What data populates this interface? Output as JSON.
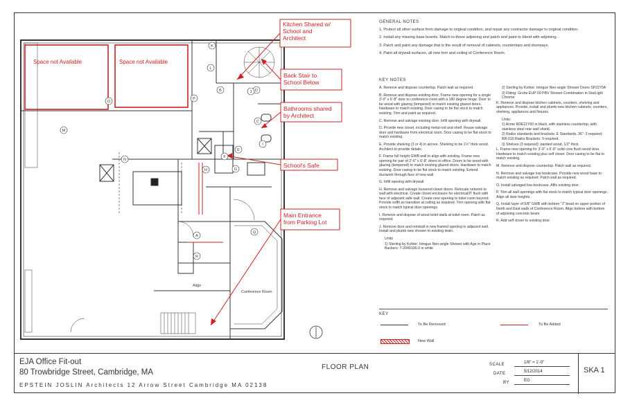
{
  "plan": {
    "callouts": {
      "space_left": "Space not Available",
      "space_right": "Space not Available",
      "kitchen": "Kitchen Shared w/ School and Architect",
      "back_stair": "Back Stair to School Below",
      "bathrooms": "Bathrooms shared by Architect",
      "safe": "School's Safe",
      "main_entrance": "Main Entrance from Parking Lot"
    },
    "room_labels": {
      "align": "Align",
      "conference": "Conference Room"
    },
    "tags": [
      "K",
      "L",
      "O",
      "P",
      "B",
      "C",
      "D",
      "E",
      "F",
      "G",
      "H",
      "I",
      "J",
      "M",
      "N",
      "Q",
      "A",
      "R"
    ]
  },
  "general_notes": {
    "heading": "GENERAL NOTES",
    "items": [
      "1. Protect all other surface from damage to original condition, and repair any contractor damage to original condition.",
      "2. Install any missing base boards. Match to those adjoining and patch and paint to blend with adjoining.",
      "3. Patch and paint any damage that is the result of removal of cabinets, countertops and doorways.",
      "4. Paint all drywall surfaces, all new trim and ceiling of Conference Room."
    ]
  },
  "key_notes": {
    "heading": "KEY NOTES",
    "col1": [
      "A. Remove and dispose countertop. Patch wall as required.",
      "B. Remove and dispose existing door. Frame new opening for a single 3'-0\" x 6'-8\" door to conference room with a 180 degree hinge. Door to be wood with glazing (tempered) to match existing glazed doors. Hardware to match existing. Door casing to be flat stock to match existing. Trim and paint as required.",
      "C. Remove and salvage existing door. Infill opening with drywall.",
      "D. Provide new closet, including metal rod and shelf. Reuse salvage door and hardware from electrical room. Door casing to be flat stock to match existing.",
      "E. Provide shelving (3 or 4) in alcove. Shelving to be 1½\" thick wood. Architect to provide details.",
      "F. Frame full height GWB wall to align with existing. Frame new opening for pair of 2'-6\" x 6'-8\" doors to office. Doors to be wood with glazing (tempered) to match existing glazed doors. Hardware to match existing. Door casing to be flat stock to match existing. Extend ductwork through face of new wall.",
      "G. Infill opening with drywall.",
      "H. Remove and salvage louvered closet doors. Relocate network to wall with electrical. Create closet enclosure for electrical/IT flush with face of adjacent safe wall. Create new opening to toilet room beyond. Provide soffit as transition at ceiling as required. Trim opening with flat stock to match typical door openings.",
      "I. Remove and dispose of wood toilet stalls at toilet room. Patch as required.",
      "J. Remove door and reinstall in new framed opening in adjacent wall. Install and plumb new shower to existing drain.",
      "Units",
      "1) Sterling by Kohler: Intrigue Neo-angle Shower with Age in Place Backers: 7-2040106-0 in white"
    ],
    "col2": [
      "2) Sterling by Kohler: Intrigue Neo-angle Shower Doors SP2270A",
      "3) Fitting: Grohe EUP 09 PBV Shower Combination in StarLight Chrome",
      "K. Remove and dispose kitchen cabinets, counters, shelving and appliances. Provide, install and plumb new kitchen cabinets, counters, shelving, appliances and fixtures.",
      "Units:",
      "1) Acme RDE11Y60 in black, with stainless countertop, with stainless steel rear wall shield.",
      "2) Rakks standards and brackets: E Standards, 36\": 3 required; BR-010 Rakks Brackets: 9 required.",
      "3) Shelves (3 required): painted wood, 1/2\" thick",
      "L. Frame new opening for 3'-0\" x 6'-8\" solid core flush wood door. Hardware to match existing plus self closer. Door casing to be flat to match existing.",
      "M. Remove and dispose countertop. Patch wall as required.",
      "N. Remove and salvage low bookcase. Provide new wood base to match existing as required. Patch wall as required.",
      "O. Install salvaged low bookcase. Affix existing door.",
      "P. Trim all wall openings with flat stock to match typical door openings. Align all door heights.",
      "Q. Install layer of 5/8\" GWB with bottom \"J\" bead on upper portion of North and East walls of Conference Room. Align bottom with bottom of adjoining concrete beam.",
      "R. Add self closer to existing door."
    ]
  },
  "key": {
    "heading": "KEY",
    "removed": "To Be Removed",
    "added": "To Be Added",
    "new_wall": "New Wall"
  },
  "title_block": {
    "project": "EJA Office Fit-out",
    "address": "80 Trowbridge Street, Cambridge, MA",
    "firm": "EPSTEIN JOSLIN Architects   12 Arrow Street   Cambridge MA   02138",
    "sheet_title": "FLOOR PLAN",
    "scale_label": "SCALE",
    "scale_value": "1/8\" = 1'-0\"",
    "date_label": "DATE",
    "date_value": "5/12/2014",
    "by_label": "BY",
    "by_value": "EG",
    "sheet_no": "SKA 1"
  },
  "colors": {
    "callout": "#cc2222",
    "line": "#333333"
  }
}
